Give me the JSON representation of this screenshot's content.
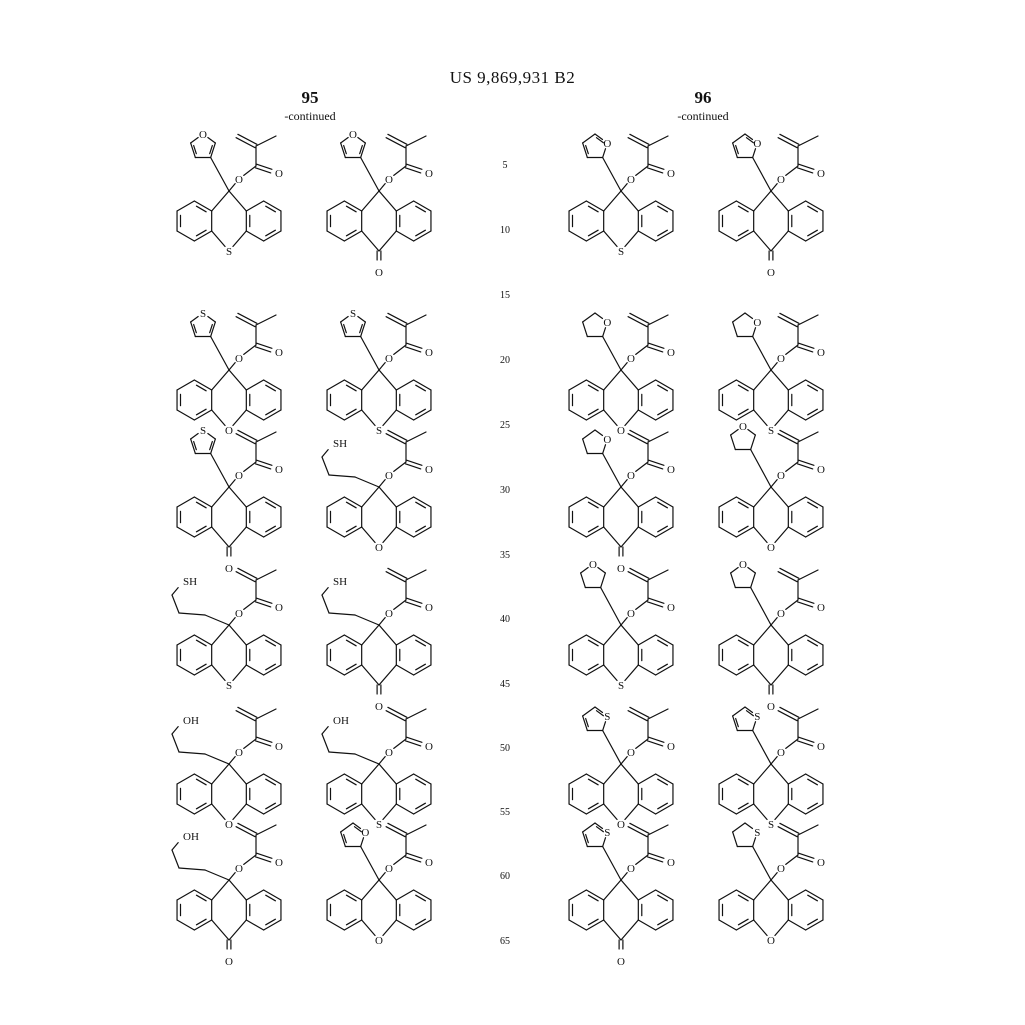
{
  "header": {
    "patent_number": "US 9,869,931 B2",
    "left_page": "95",
    "right_page": "96",
    "left_note": "-continued",
    "right_note": "-continued"
  },
  "line_numbers": [
    "5",
    "10",
    "15",
    "20",
    "25",
    "30",
    "35",
    "40",
    "45",
    "50",
    "55",
    "60",
    "65"
  ],
  "structures": [
    {
      "substituent": "furan-3-yl",
      "core": "thioxanthene",
      "sub_label": "O",
      "core_label": "S"
    },
    {
      "substituent": "furan-3-yl",
      "core": "anthrone",
      "sub_label": "O",
      "core_label": "O"
    },
    {
      "substituent": "furan-2-yl",
      "core": "thioxanthene",
      "sub_label": "O",
      "core_label": "S"
    },
    {
      "substituent": "furan-2-yl",
      "core": "anthrone",
      "sub_label": "O",
      "core_label": "O"
    },
    {
      "substituent": "thiophen-3-yl",
      "core": "xanthene",
      "sub_label": "S",
      "core_label": "O"
    },
    {
      "substituent": "thiophen-3-yl",
      "core": "thioxanthene",
      "sub_label": "S",
      "core_label": "S"
    },
    {
      "substituent": "tetrahydrofuran-2-yl",
      "core": "xanthene",
      "sub_label": "O",
      "core_label": "O"
    },
    {
      "substituent": "tetrahydrofuran-2-yl",
      "core": "thioxanthene",
      "sub_label": "O",
      "core_label": "S"
    },
    {
      "substituent": "thiophen-3-yl",
      "core": "anthrone",
      "sub_label": "S",
      "core_label": "O"
    },
    {
      "substituent": "3-mercaptopropyl",
      "core": "xanthene",
      "sub_label": "SH",
      "core_label": "O"
    },
    {
      "substituent": "tetrahydrofuran-2-yl",
      "core": "anthrone",
      "sub_label": "O",
      "core_label": "O"
    },
    {
      "substituent": "tetrahydrofuran-3-yl",
      "core": "xanthene",
      "sub_label": "O",
      "core_label": "O"
    },
    {
      "substituent": "3-mercaptopropyl",
      "core": "thioxanthene",
      "sub_label": "SH",
      "core_label": "S"
    },
    {
      "substituent": "3-mercaptopropyl",
      "core": "anthrone",
      "sub_label": "SH",
      "core_label": "O"
    },
    {
      "substituent": "tetrahydrofuran-3-yl",
      "core": "thioxanthene",
      "sub_label": "O",
      "core_label": "S"
    },
    {
      "substituent": "tetrahydrofuran-3-yl",
      "core": "anthrone",
      "sub_label": "O",
      "core_label": "O"
    },
    {
      "substituent": "3-hydroxypropyl",
      "core": "xanthene",
      "sub_label": "OH",
      "core_label": "O"
    },
    {
      "substituent": "3-hydroxypropyl",
      "core": "thioxanthene",
      "sub_label": "OH",
      "core_label": "S"
    },
    {
      "substituent": "thiophen-2-yl",
      "core": "xanthene",
      "sub_label": "S",
      "core_label": "O"
    },
    {
      "substituent": "thiophen-2-yl",
      "core": "thioxanthene",
      "sub_label": "S",
      "core_label": "S"
    },
    {
      "substituent": "3-hydroxypropyl",
      "core": "anthrone",
      "sub_label": "OH",
      "core_label": "O"
    },
    {
      "substituent": "furan-2-yl",
      "core": "xanthene",
      "sub_label": "O",
      "core_label": "O"
    },
    {
      "substituent": "thiophen-2-yl",
      "core": "anthrone",
      "sub_label": "S",
      "core_label": "O"
    },
    {
      "substituent": "tetrahydrothiophen-2-yl",
      "core": "xanthene",
      "sub_label": "S",
      "core_label": "O"
    }
  ]
}
